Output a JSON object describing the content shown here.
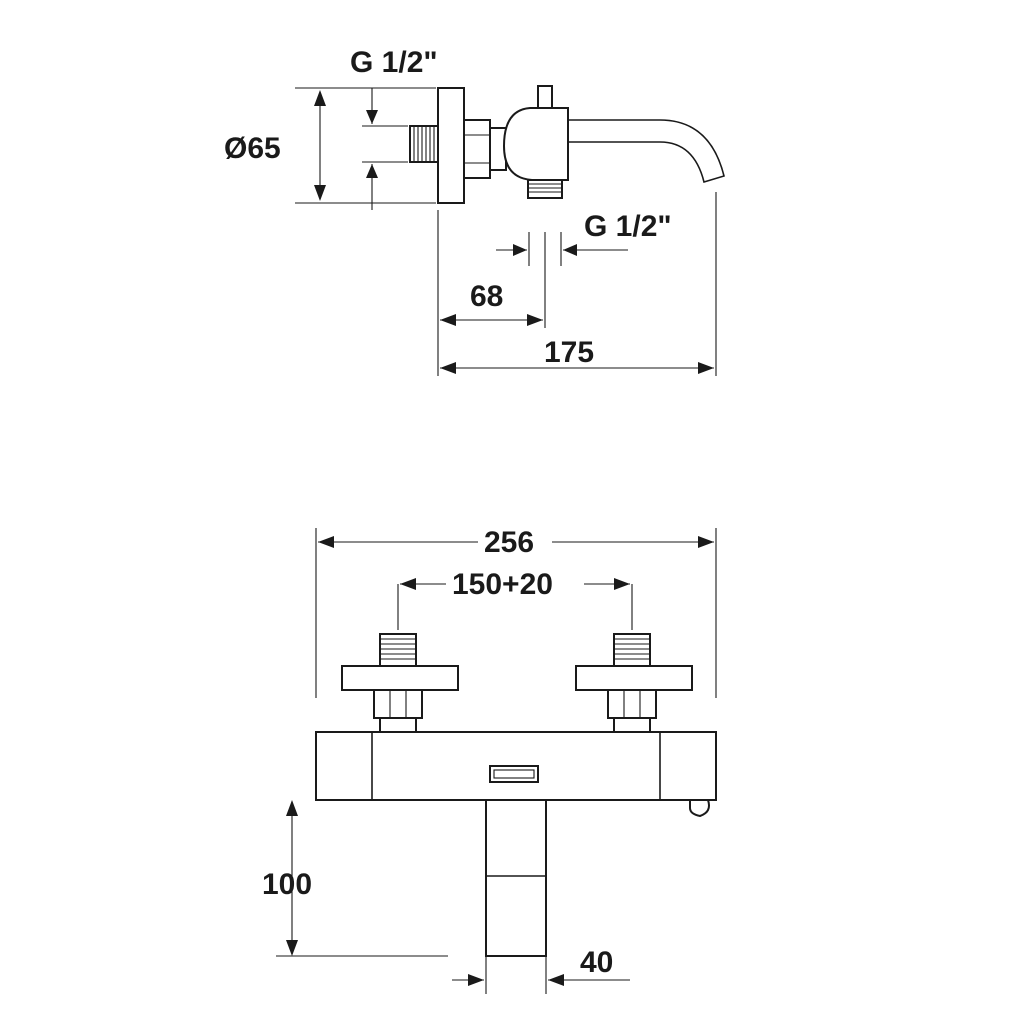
{
  "side_view": {
    "thread_top": "G 1/2\"",
    "flange_diameter": "Ø65",
    "thread_bottom": "G 1/2\"",
    "offset": "68",
    "projection": "175"
  },
  "front_view": {
    "overall_width": "256",
    "inlet_spacing": "150+20",
    "outlet_drop": "100",
    "outlet_width": "40"
  }
}
